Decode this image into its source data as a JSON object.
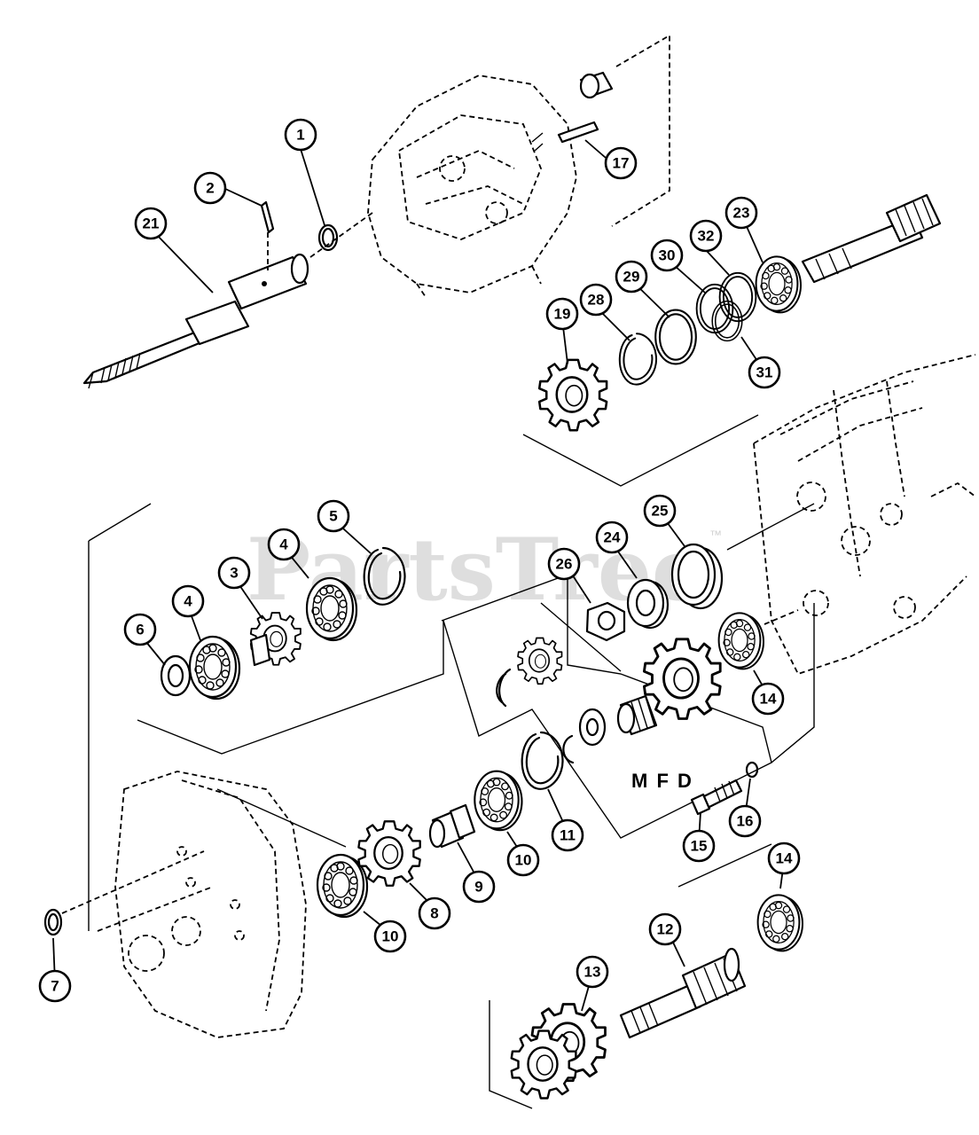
{
  "watermark": {
    "text": "PartsTree",
    "trademark": "™"
  },
  "group_label": "M F D",
  "callouts": [
    {
      "id": "c1",
      "label": "1"
    },
    {
      "id": "c2",
      "label": "2"
    },
    {
      "id": "c3",
      "label": "3"
    },
    {
      "id": "c4a",
      "label": "4"
    },
    {
      "id": "c4b",
      "label": "4"
    },
    {
      "id": "c5",
      "label": "5"
    },
    {
      "id": "c6",
      "label": "6"
    },
    {
      "id": "c7",
      "label": "7"
    },
    {
      "id": "c8",
      "label": "8"
    },
    {
      "id": "c9",
      "label": "9"
    },
    {
      "id": "c10a",
      "label": "10"
    },
    {
      "id": "c10b",
      "label": "10"
    },
    {
      "id": "c11",
      "label": "11"
    },
    {
      "id": "c12",
      "label": "12"
    },
    {
      "id": "c13",
      "label": "13"
    },
    {
      "id": "c14a",
      "label": "14"
    },
    {
      "id": "c14b",
      "label": "14"
    },
    {
      "id": "c15",
      "label": "15"
    },
    {
      "id": "c16",
      "label": "16"
    },
    {
      "id": "c17",
      "label": "17"
    },
    {
      "id": "c19",
      "label": "19"
    },
    {
      "id": "c21",
      "label": "21"
    },
    {
      "id": "c23",
      "label": "23"
    },
    {
      "id": "c24",
      "label": "24"
    },
    {
      "id": "c25",
      "label": "25"
    },
    {
      "id": "c26",
      "label": "26"
    },
    {
      "id": "c28",
      "label": "28"
    },
    {
      "id": "c29",
      "label": "29"
    },
    {
      "id": "c30",
      "label": "30"
    },
    {
      "id": "c31",
      "label": "31"
    },
    {
      "id": "c32",
      "label": "32"
    }
  ],
  "colors": {
    "ink": "#000000",
    "paper": "#ffffff",
    "watermark": "#d9d9d9"
  }
}
